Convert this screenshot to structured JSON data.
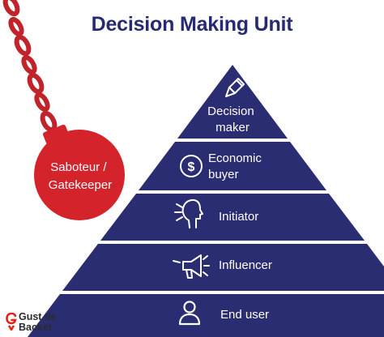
{
  "title": "Decision Making Unit",
  "levels": [
    {
      "lines": [
        "Decision",
        "maker"
      ],
      "icon": "pencil-icon"
    },
    {
      "lines": [
        "Economic",
        "buyer"
      ],
      "icon": "dollar-icon"
    },
    {
      "lines": [
        "Initiator"
      ],
      "icon": "head-icon"
    },
    {
      "lines": [
        "Influencer"
      ],
      "icon": "megaphone-icon"
    },
    {
      "lines": [
        "End user"
      ],
      "icon": "user-icon"
    }
  ],
  "bomb": {
    "lines": [
      "Saboteur /",
      "Gatekeeper"
    ]
  },
  "logo": {
    "lines": [
      "Gust de",
      "Backer"
    ]
  },
  "colors": {
    "pyramid": "#2b2d72",
    "title": "#252a72",
    "bomb": "#d4232a",
    "chain": "#c0232a",
    "logo_red": "#e2231a"
  }
}
